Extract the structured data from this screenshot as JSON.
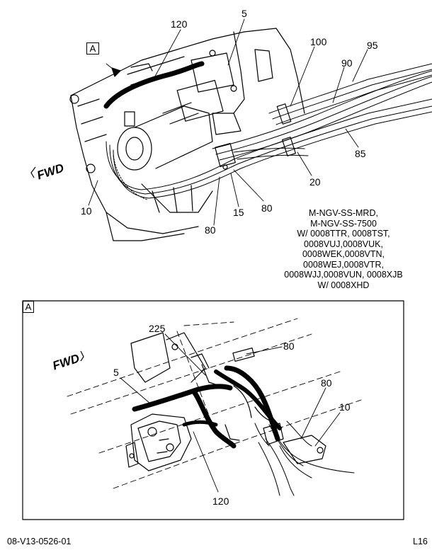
{
  "upper_view": {
    "view_label": "A",
    "fwd_text": "FWD",
    "callouts": [
      {
        "text": "120"
      },
      {
        "text": "5"
      },
      {
        "text": "100"
      },
      {
        "text": "95"
      },
      {
        "text": "90"
      },
      {
        "text": "85"
      },
      {
        "text": "20"
      },
      {
        "text": "80"
      },
      {
        "text": "15"
      },
      {
        "text": "80"
      },
      {
        "text": "10"
      }
    ]
  },
  "notes": [
    "M-NGV-SS-MRD,",
    "M-NGV-SS-7500",
    "W/ 0008TTR, 0008TST,",
    "0008VUJ,0008VUK,",
    "0008WEK,0008VTN,",
    "0008WEJ,0008VTR,",
    "0008WJJ,0008VUN, 0008XJB",
    "W/ 0008XHD"
  ],
  "detail_view": {
    "view_label": "A",
    "fwd_text": "FWD",
    "callouts": [
      {
        "text": "225"
      },
      {
        "text": "80"
      },
      {
        "text": "5"
      },
      {
        "text": "80"
      },
      {
        "text": "10"
      },
      {
        "text": "120"
      }
    ]
  },
  "footer": {
    "doc_number": "08-V13-0526-01",
    "page_code": "L16"
  }
}
